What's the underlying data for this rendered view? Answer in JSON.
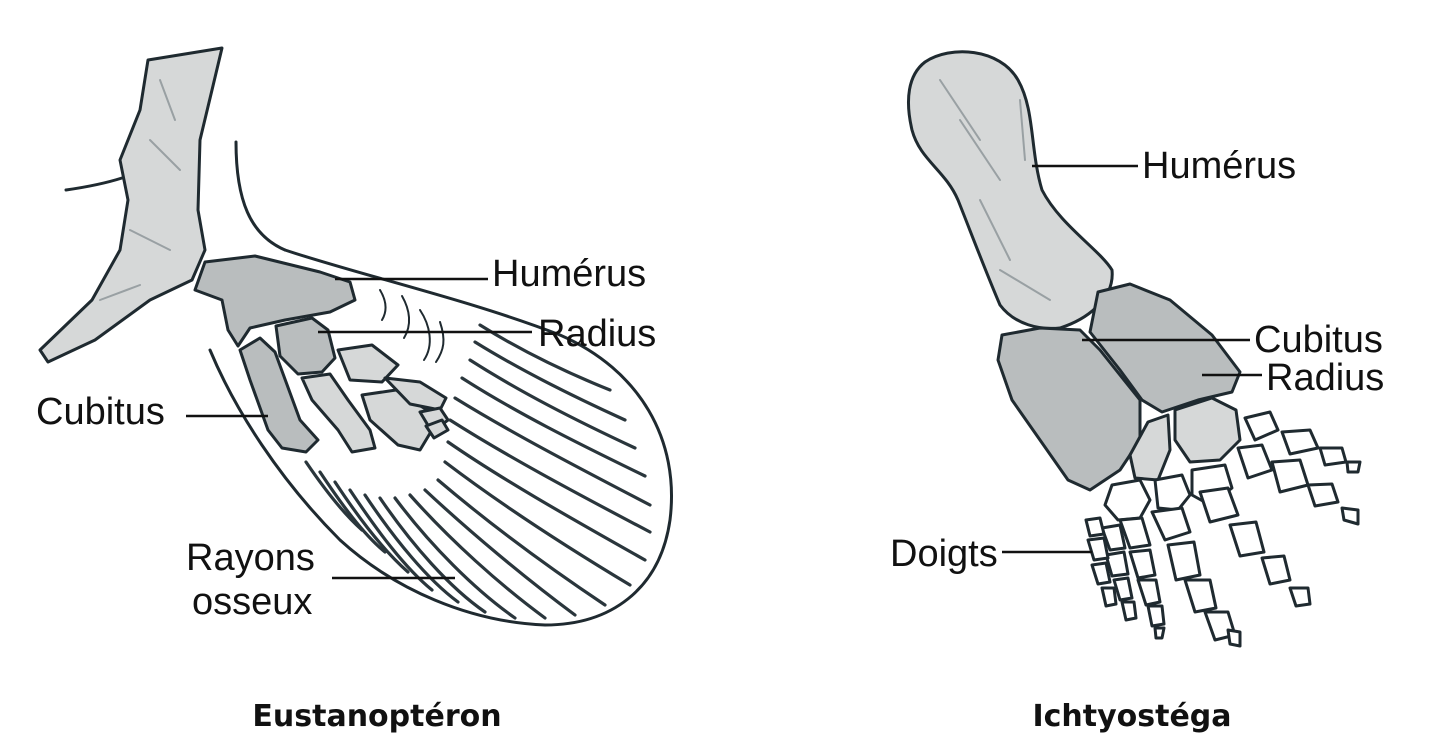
{
  "left_figure": {
    "caption": "Eustanoptéron",
    "labels": {
      "humerus": "Humérus",
      "radius": "Radius",
      "cubitus": "Cubitus",
      "rayons_line1": "Rayons",
      "rayons_line2": "osseux"
    }
  },
  "right_figure": {
    "caption": "Ichtyostéga",
    "labels": {
      "humerus": "Humérus",
      "cubitus": "Cubitus",
      "radius": "Radius",
      "doigts": "Doigts"
    }
  }
}
